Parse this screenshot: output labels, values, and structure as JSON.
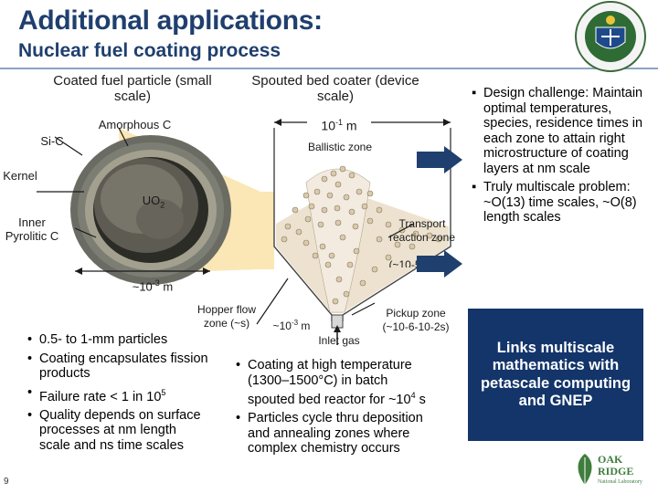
{
  "slide": {
    "title": "Additional applications:",
    "subtitle": "Nuclear fuel coating process",
    "page_number": "9"
  },
  "particle": {
    "heading": "Coated fuel particle (small scale)",
    "labels": {
      "sic": "Si-C",
      "amorphous": "Amorphous C",
      "kernel": "Kernel",
      "uo2": "UO",
      "uo2_sub": "2",
      "inner_pyrolitic": "Inner Pyrolitic C"
    },
    "scale": "~10",
    "scale_exp": "-3",
    "scale_unit": " m"
  },
  "coater": {
    "heading": "Spouted bed coater (device scale)",
    "scale": "10",
    "scale_exp": "-1",
    "scale_unit": " m",
    "ballistic": "Ballistic zone",
    "transport": "Transport reaction zone",
    "transport_time": "(~10-5-10-3s)",
    "hopper": "Hopper flow zone (~s)",
    "inlet_scale": "~10",
    "inlet_exp": "-3",
    "inlet_unit": " m",
    "inlet_gas": "Inlet gas",
    "pickup": "Pickup zone (~10-6-10-2s)"
  },
  "left_bullets": [
    "0.5- to 1-mm particles",
    "Coating encapsulates fission products",
    "Failure rate < 1 in 10",
    "Quality depends on surface processes at nm length scale and ns time scales"
  ],
  "failure_exp": "5",
  "mid_bullets": [
    "Coating at high temperature (1300–1500°C) in batch spouted bed reactor for ~10",
    "Particles cycle thru deposition and annealing zones where complex chemistry occurs"
  ],
  "mid_exp": "4",
  "mid_exp_tail": " s",
  "right_bullets": [
    "Design challenge: Maintain optimal temperatures, species, residence times in each zone to attain right microstructure of coating layers at nm scale",
    "Truly multiscale problem: ~O(13) time scales, ~O(8) length scales"
  ],
  "links_box": "Links multiscale mathematics with petascale computing and GNEP",
  "logos": {
    "oak_ridge": "OAK RIDGE",
    "oak_ridge_sub": "National Laboratory"
  },
  "colors": {
    "title": "#1f3f6e",
    "links_box_bg": "#13356a",
    "callout_bg": "#fbe6b5",
    "arrow": "#1f3f6e"
  }
}
